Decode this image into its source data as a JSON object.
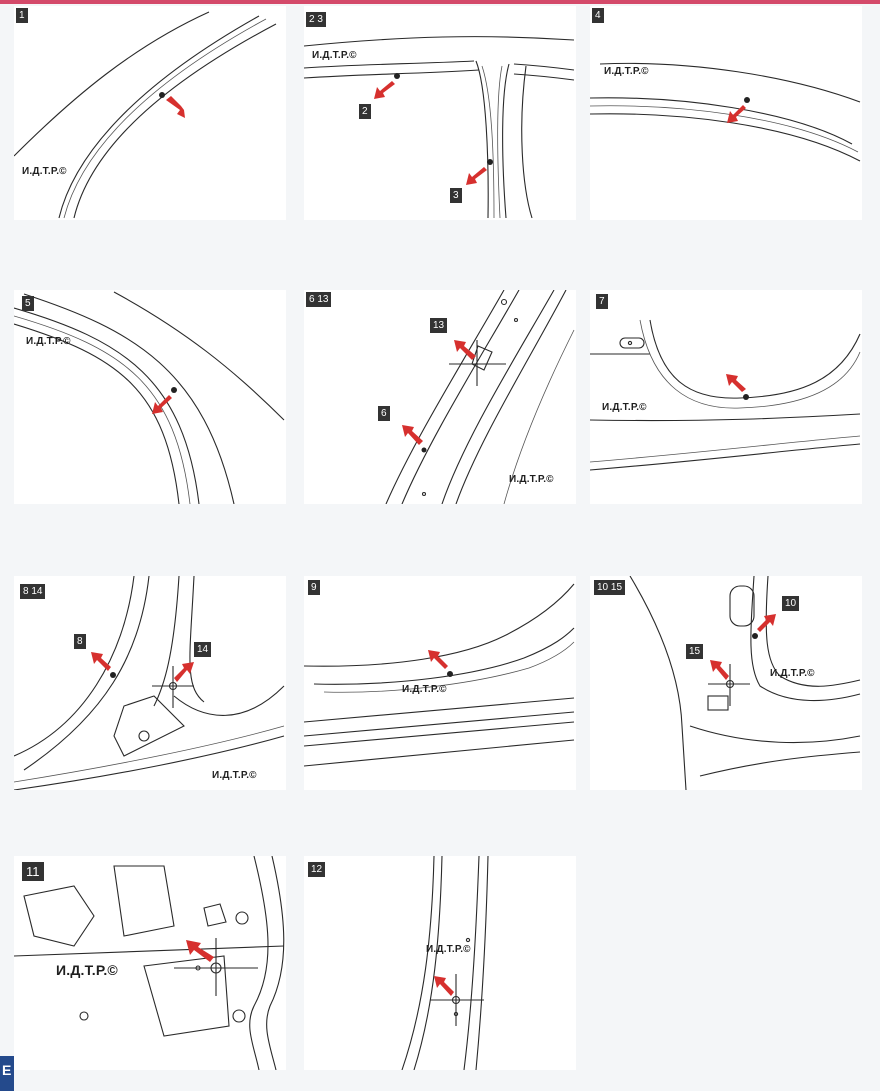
{
  "watermark": "И.Д.Т.Р.©",
  "colors": {
    "arrow": "#d6302e",
    "line": "#2a2a2a",
    "tag_bg": "#333333",
    "top_bar": "#d44a6a",
    "corner_tab": "#244a8c"
  },
  "panels": [
    {
      "id": "p1",
      "label": "1",
      "callouts": []
    },
    {
      "id": "p2",
      "label": "2 3",
      "callouts": [
        "2",
        "3"
      ]
    },
    {
      "id": "p4",
      "label": "4",
      "callouts": []
    },
    {
      "id": "p5",
      "label": "5",
      "callouts": []
    },
    {
      "id": "p6",
      "label": "6 13",
      "callouts": [
        "13",
        "6"
      ]
    },
    {
      "id": "p7",
      "label": "7",
      "callouts": []
    },
    {
      "id": "p8",
      "label": "8 14",
      "callouts": [
        "8",
        "14"
      ]
    },
    {
      "id": "p9",
      "label": "9",
      "callouts": []
    },
    {
      "id": "p10",
      "label": "10 15",
      "callouts": [
        "10",
        "15"
      ]
    },
    {
      "id": "p11",
      "label": "11",
      "callouts": []
    },
    {
      "id": "p12",
      "label": "12",
      "callouts": []
    }
  ],
  "corner_tab_label": "E"
}
